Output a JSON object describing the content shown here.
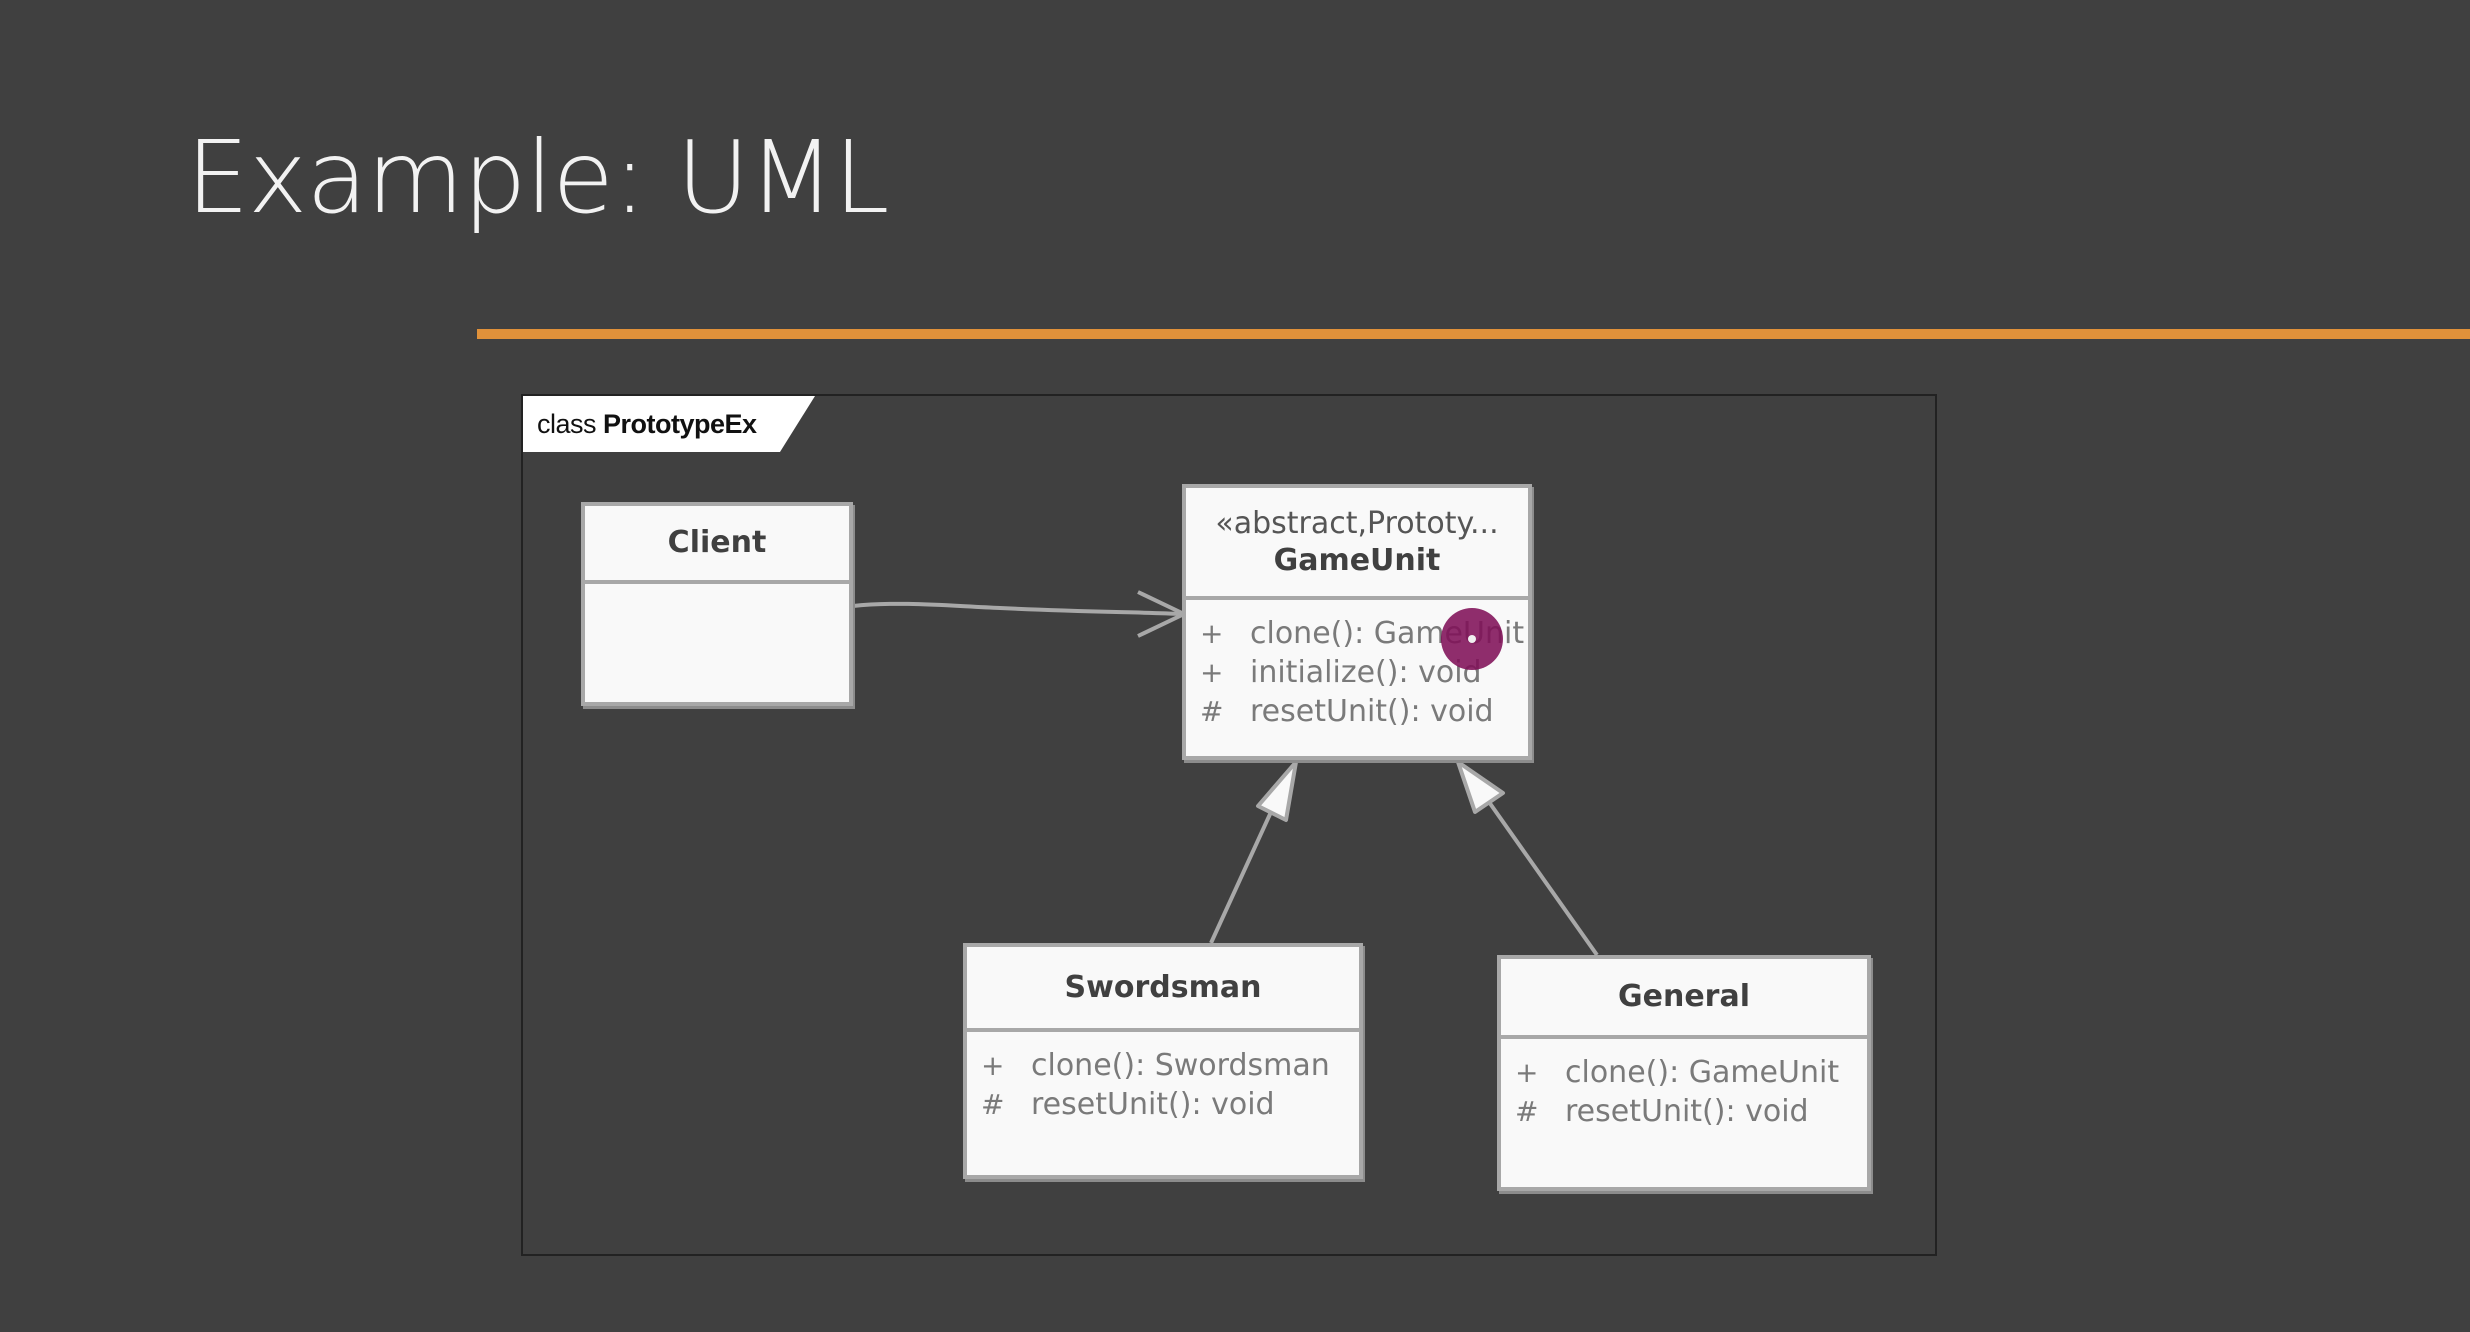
{
  "slide": {
    "title": "Example: UML",
    "accent_color": "#e0913a",
    "background_color": "#404040"
  },
  "diagram": {
    "frame": {
      "keyword": "class",
      "name": "PrototypeEx"
    },
    "classes": {
      "client": {
        "name": "Client",
        "operations": []
      },
      "gameunit": {
        "stereotype": "«abstract,Prototy...",
        "name": "GameUnit",
        "operations": [
          {
            "visibility": "+",
            "signature": "clone(): GameUnit"
          },
          {
            "visibility": "+",
            "signature": "initialize(): void"
          },
          {
            "visibility": "#",
            "signature": "resetUnit(): void"
          }
        ]
      },
      "swordsman": {
        "name": "Swordsman",
        "operations": [
          {
            "visibility": "+",
            "signature": "clone(): Swordsman"
          },
          {
            "visibility": "#",
            "signature": "resetUnit(): void"
          }
        ]
      },
      "general": {
        "name": "General",
        "operations": [
          {
            "visibility": "+",
            "signature": "clone(): GameUnit"
          },
          {
            "visibility": "#",
            "signature": "resetUnit(): void"
          }
        ]
      }
    },
    "relationships": [
      {
        "type": "association",
        "from": "Client",
        "to": "GameUnit"
      },
      {
        "type": "generalization",
        "from": "Swordsman",
        "to": "GameUnit"
      },
      {
        "type": "generalization",
        "from": "General",
        "to": "GameUnit"
      }
    ]
  }
}
